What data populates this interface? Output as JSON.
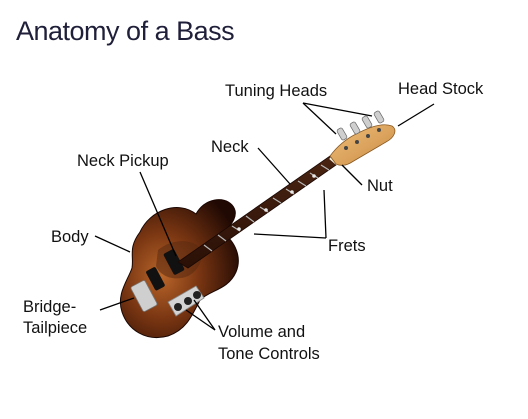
{
  "title": "Anatomy of a Bass",
  "labels": {
    "tuning_heads": "Tuning Heads",
    "head_stock": "Head Stock",
    "neck": "Neck",
    "neck_pickup": "Neck Pickup",
    "nut": "Nut",
    "body": "Body",
    "frets": "Frets",
    "bridge_line1": "Bridge-",
    "bridge_line2": "Tailpiece",
    "controls_line1": "Volume and",
    "controls_line2": "Tone Controls"
  },
  "colors": {
    "body_dark": "#2a0d05",
    "body_sunburst": "#a8551e",
    "neck_wood": "#3a1a0c",
    "headstock": "#e0a862",
    "chrome": "#c8c8c8",
    "leader_line": "#000000"
  },
  "icons": [
    "bass-guitar-illustration"
  ]
}
